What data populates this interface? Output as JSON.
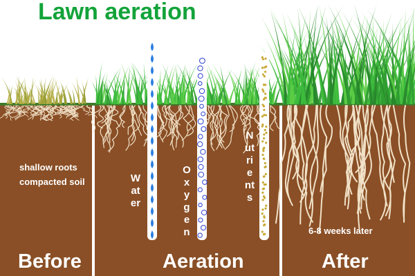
{
  "title": "Lawn aeration",
  "panels": {
    "before": {
      "label": "Before",
      "note_line1": "shallow roots",
      "note_line2": "compacted soil"
    },
    "aeration": {
      "label": "Aeration",
      "columns": [
        "Water",
        "Oxygen",
        "Nutrients"
      ]
    },
    "after": {
      "label": "After",
      "note": "6-8 weeks later"
    }
  },
  "colors": {
    "title": "#13a33a",
    "soil": "#8a4f26",
    "grass_dry": "#a3a53a",
    "grass_green": "#3dba3d",
    "water_drop": "#2a7ee0",
    "oxygen_bubble": "#2a3fd0",
    "nutrient_dot": "#c9a935",
    "root": "#f1e2c8",
    "text_on_soil": "#ffffff"
  }
}
